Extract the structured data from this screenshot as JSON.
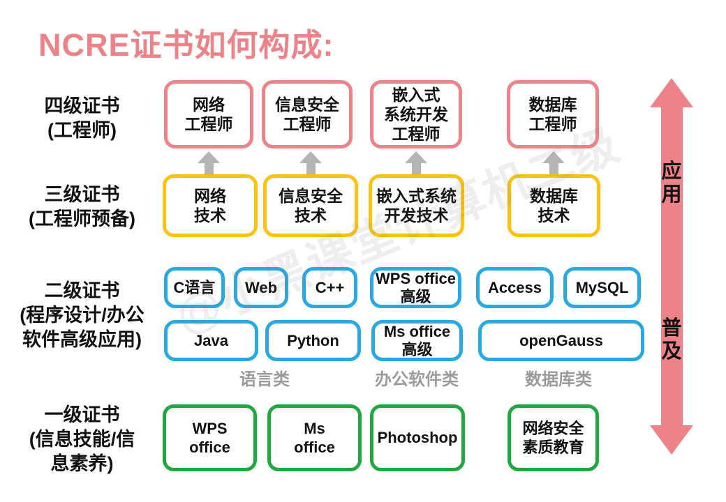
{
  "title": "NCRE证书如何构成:",
  "watermark": "@小黑课堂计算机二级",
  "colors": {
    "title_pink": "#ee8289",
    "level4_border": "#ee8289",
    "level3_border": "#fec110",
    "level2_border": "#29a9e1",
    "level1_border": "#1fa83f",
    "up_arrow_gray": "#b4b4b4",
    "category_gray": "#9b9b9b"
  },
  "levels": {
    "l4": {
      "label": "四级证书\n(工程师)",
      "boxes": [
        "网络\n工程师",
        "信息安全\n工程师",
        "嵌入式\n系统开发\n工程师",
        "数据库\n工程师"
      ]
    },
    "l3": {
      "label": "三级证书\n(工程师预备)",
      "boxes": [
        "网络\n技术",
        "信息安全\n技术",
        "嵌入式系统\n开发技术",
        "数据库\n技术"
      ]
    },
    "l2": {
      "label": "二级证书\n(程序设计/办公\n软件高级应用)",
      "boxes_row1": [
        "C语言",
        "Web",
        "C++",
        "WPS office\n高级",
        "Access",
        "MySQL"
      ],
      "boxes_row2": [
        "Java",
        "Python",
        "Ms office\n高级",
        "openGauss"
      ],
      "categories": [
        "语言类",
        "办公软件类",
        "数据库类"
      ]
    },
    "l1": {
      "label": "一级证书\n(信息技能/信\n息素养)",
      "boxes": [
        "WPS\noffice",
        "Ms\noffice",
        "Photoshop",
        "网络安全\n素质教育"
      ]
    }
  },
  "axis": {
    "top": "应用",
    "bottom": "普及"
  }
}
